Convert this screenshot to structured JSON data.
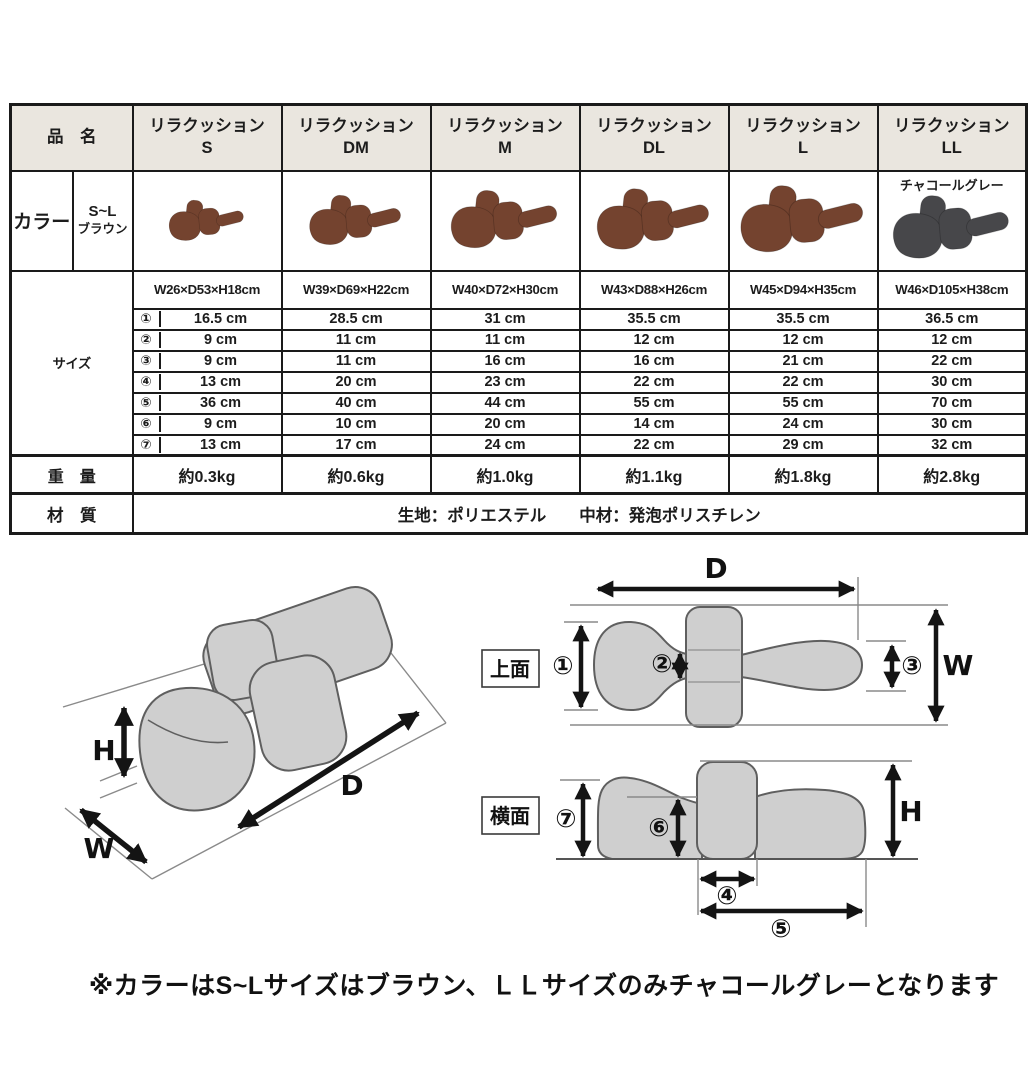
{
  "colors": {
    "header_bg": "#eae6df",
    "table_border": "#1a1a1a",
    "brown": "#74432f",
    "charcoal": "#47474a",
    "diagram_fill": "#cfcfcf",
    "diagram_stroke": "#5f5f5f",
    "guide": "#8a8a8a",
    "arrow": "#141414"
  },
  "table": {
    "product_name_label": "品　名",
    "color_label": "カラー",
    "color_range_label": "S~L",
    "color_name_label": "ブラウン",
    "ll_color_label": "チャコールグレー",
    "size_label": "サイズ",
    "weight_label": "重　量",
    "material_label": "材　質",
    "material_value": "生地：ポリエステル　　中材：発泡ポリスチレン",
    "row_numbers": [
      "①",
      "②",
      "③",
      "④",
      "⑤",
      "⑥",
      "⑦"
    ],
    "columns": [
      {
        "name": "リラクッション",
        "size": "S",
        "dims": "W26×D53×H18cm",
        "measures": [
          "16.5 cm",
          "9 cm",
          "9 cm",
          "13 cm",
          "36 cm",
          "9 cm",
          "13 cm"
        ],
        "weight": "約0.3kg"
      },
      {
        "name": "リラクッション",
        "size": "DM",
        "dims": "W39×D69×H22cm",
        "measures": [
          "28.5 cm",
          "11 cm",
          "11 cm",
          "20 cm",
          "40 cm",
          "10 cm",
          "17 cm"
        ],
        "weight": "約0.6kg"
      },
      {
        "name": "リラクッション",
        "size": "M",
        "dims": "W40×D72×H30cm",
        "measures": [
          "31 cm",
          "11 cm",
          "16 cm",
          "23 cm",
          "44 cm",
          "20 cm",
          "24 cm"
        ],
        "weight": "約1.0kg"
      },
      {
        "name": "リラクッション",
        "size": "DL",
        "dims": "W43×D88×H26cm",
        "measures": [
          "35.5 cm",
          "12 cm",
          "16 cm",
          "22 cm",
          "55 cm",
          "14 cm",
          "22 cm"
        ],
        "weight": "約1.1kg"
      },
      {
        "name": "リラクッション",
        "size": "L",
        "dims": "W45×D94×H35cm",
        "measures": [
          "35.5 cm",
          "12 cm",
          "21 cm",
          "22 cm",
          "55 cm",
          "24 cm",
          "29 cm"
        ],
        "weight": "約1.8kg"
      },
      {
        "name": "リラクッション",
        "size": "LL",
        "dims": "W46×D105×H38cm",
        "measures": [
          "36.5 cm",
          "12 cm",
          "22 cm",
          "30 cm",
          "70 cm",
          "30 cm",
          "32 cm"
        ],
        "weight": "約2.8kg"
      }
    ]
  },
  "diagrams": {
    "iso": {
      "labels": {
        "h": "H",
        "d": "D",
        "w": "W"
      }
    },
    "top": {
      "title": "上面",
      "labels": {
        "d": "D",
        "w": "W",
        "n1": "①",
        "n2": "②",
        "n3": "③"
      }
    },
    "side": {
      "title": "横面",
      "labels": {
        "h": "H",
        "n4": "④",
        "n5": "⑤",
        "n6": "⑥",
        "n7": "⑦"
      }
    }
  },
  "note": "※カラーはS~Lサイズはブラウン、ＬＬサイズのみチャコールグレーとなります"
}
